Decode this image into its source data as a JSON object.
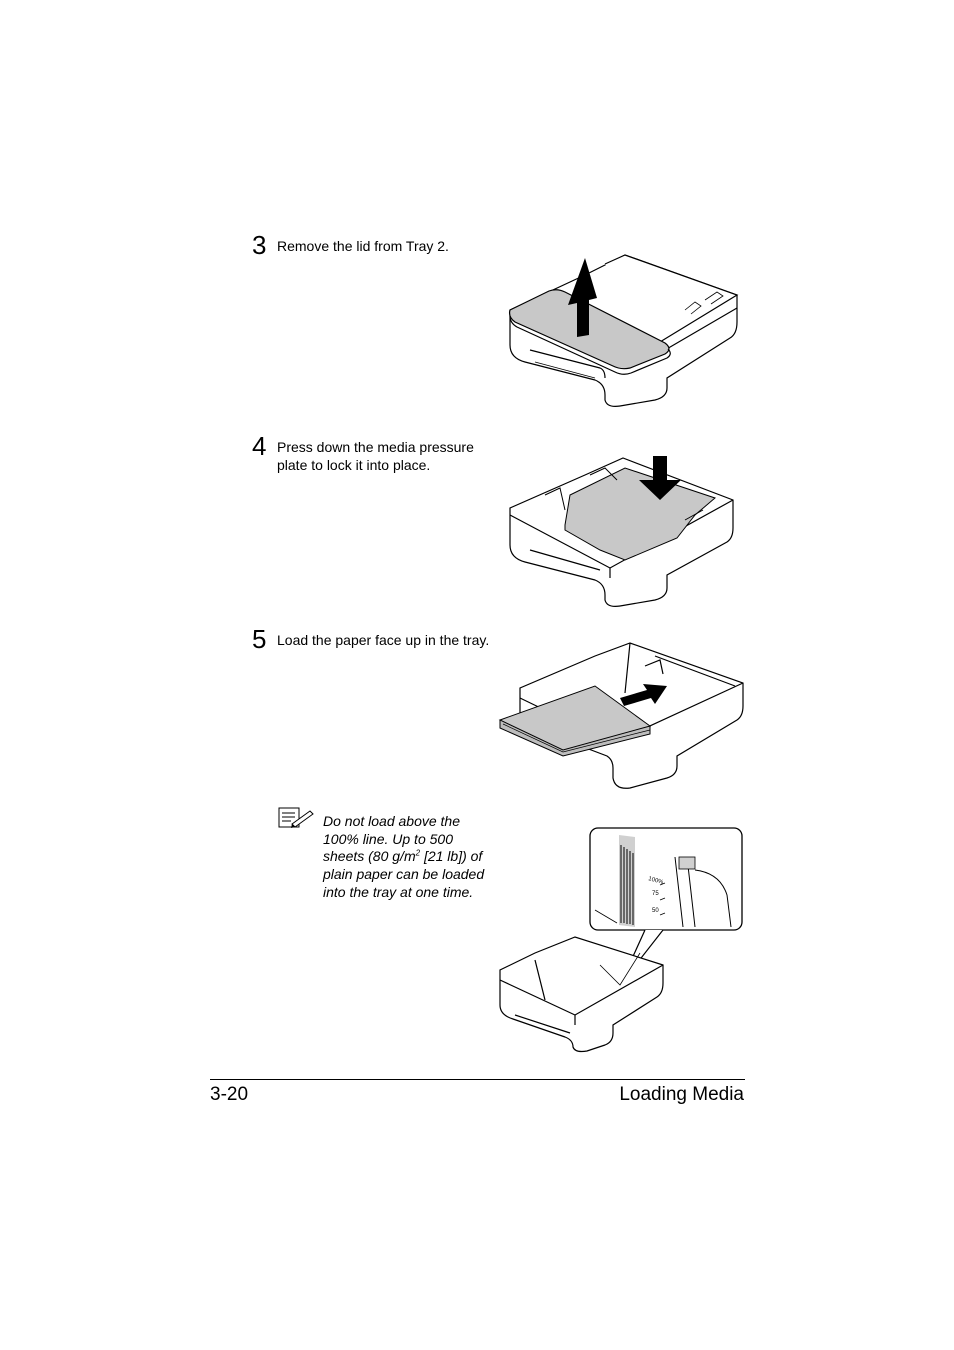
{
  "steps": [
    {
      "number": "3",
      "text": "Remove the lid from Tray 2."
    },
    {
      "number": "4",
      "text": "Press down the media pressure plate to lock it into place."
    },
    {
      "number": "5",
      "text": "Load the paper face up in the tray."
    }
  ],
  "note": {
    "icon": "note-pencil-icon",
    "text_before_sup": "Do not load above the 100% line. Up to 500 sheets (80 g/m",
    "superscript": "2",
    "text_after_sup": " [21 lb]) of plain paper can be loaded into the tray at one time."
  },
  "gauge_labels": [
    "100%",
    "75",
    "50"
  ],
  "footer": {
    "page_number": "3-20",
    "section_title": "Loading Media"
  }
}
